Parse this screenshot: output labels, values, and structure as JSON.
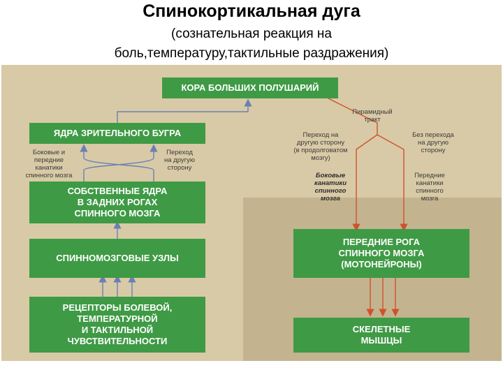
{
  "title": {
    "main": "Спинокортикальная дуга",
    "line2": "(сознательная реакция на",
    "line3": "боль,температуру,тактильные раздражения)"
  },
  "boxes": {
    "cortex": "КОРА БОЛЬШИХ ПОЛУШАРИЙ",
    "thalamus": "ЯДРА ЗРИТЕЛЬНОГО БУГРА",
    "dorsal_horn": "СОБСТВЕННЫЕ ЯДРА\nВ ЗАДНИХ РОГАХ\nСПИННОГО МОЗГА",
    "ganglia": "СПИННОМОЗГОВЫЕ УЗЛЫ",
    "receptors": "РЕЦЕПТОРЫ БОЛЕВОЙ,\nТЕМПЕРАТУРНОЙ\nИ ТАКТИЛЬНОЙ\nЧУВСТВИТЕЛЬНОСТИ",
    "ventral_horn": "ПЕРЕДНИЕ РОГА\nСПИННОГО МОЗГА\n(МОТОНЕЙРОНЫ)",
    "muscles": "СКЕЛЕТНЫЕ\nМЫШЦЫ"
  },
  "labels": {
    "lateral_anterior": "Боковые и\nпередние\nканатики\nспинного мозга",
    "crossing_left": "Переход\nна другую\nсторону",
    "pyramidal": "Пирамидный\nтракт",
    "crossing_medulla": "Переход на\nдругую сторону\n(в продолговатом\nмозгу)",
    "no_crossing": "Без перехода\nна другую\nсторону",
    "lateral_cords": "Боковые\nканатики\nспинного\nмозга",
    "anterior_cords": "Передние\nканатики\nспинного\nмозга"
  },
  "colors": {
    "box_green": "#3f9a45",
    "sensory_arrow": "#6a7fb6",
    "motor_arrow": "#d2502e",
    "background_panel": "#d8caa6"
  }
}
